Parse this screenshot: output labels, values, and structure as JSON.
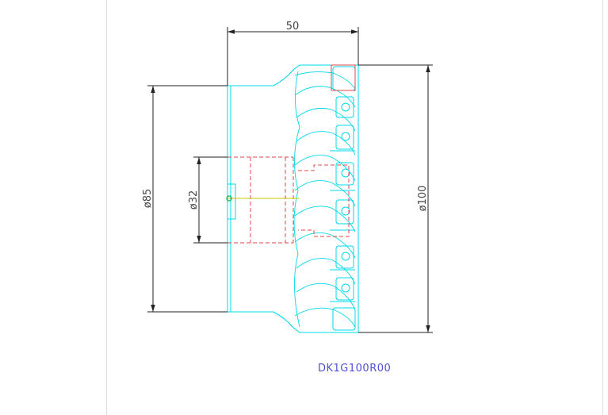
{
  "drawing": {
    "part_number": "DK1G100R00",
    "dimensions": {
      "length": "50",
      "shank_diameter": "ø85",
      "bore_diameter": "ø32",
      "cutter_diameter": "ø100"
    }
  },
  "colors": {
    "outline": "#00d8e8",
    "hidden": "#e04848",
    "dimension": "#222222",
    "centerline": "#c8c800",
    "title": "#5050d8"
  }
}
